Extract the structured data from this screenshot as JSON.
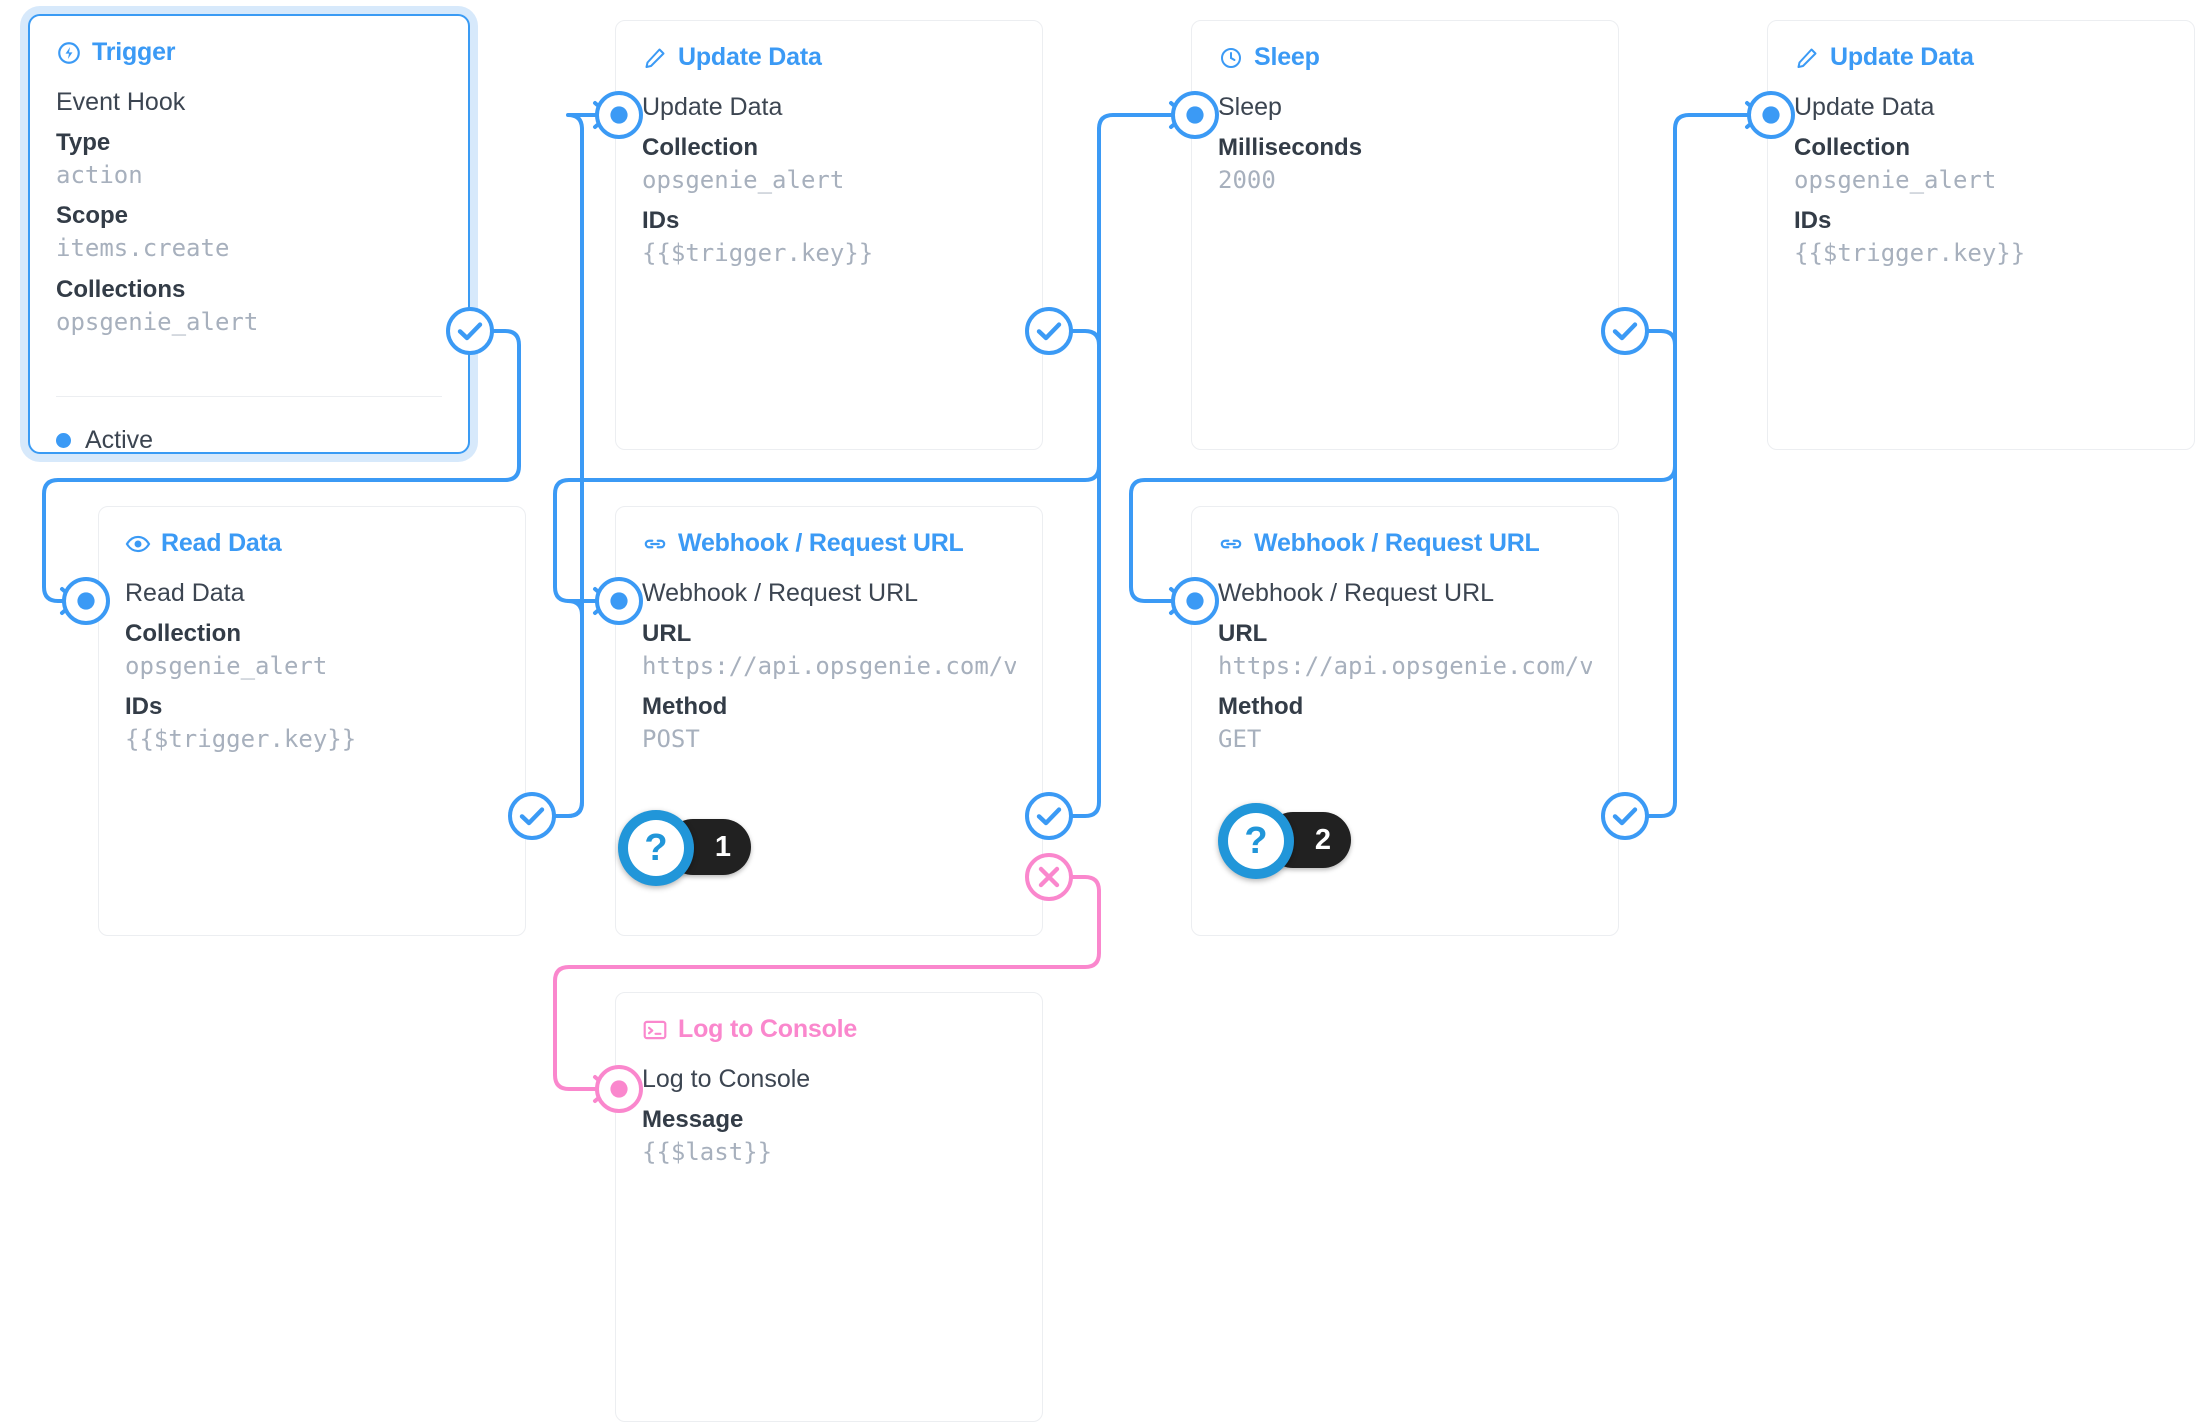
{
  "theme": {
    "accent_blue": "#3b9af5",
    "wire_blue": "#3b9af5",
    "accent_pink": "#fa87cd",
    "wire_pink": "#fa87cd",
    "muted_value": "#a7b0bd",
    "label_dark": "#333c47",
    "card_border": "#eceef1",
    "badge_dark": "#212121",
    "badge_ring": "#2196d9"
  },
  "nodes": {
    "trigger": {
      "header": "Trigger",
      "header_icon": "bolt-circle-icon",
      "op_name": "Event Hook",
      "fields": [
        {
          "label": "Type",
          "value": "action"
        },
        {
          "label": "Scope",
          "value": "items.create"
        },
        {
          "label": "Collections",
          "value": "opsgenie_alert"
        }
      ],
      "status": "Active",
      "selected": true
    },
    "update_data_1": {
      "header": "Update Data",
      "header_icon": "pencil-icon",
      "op_name": "Update Data",
      "fields": [
        {
          "label": "Collection",
          "value": "opsgenie_alert"
        },
        {
          "label": "IDs",
          "value": "{{$trigger.key}}"
        }
      ]
    },
    "sleep": {
      "header": "Sleep",
      "header_icon": "clock-icon",
      "op_name": "Sleep",
      "fields": [
        {
          "label": "Milliseconds",
          "value": "2000"
        }
      ]
    },
    "update_data_2": {
      "header": "Update Data",
      "header_icon": "pencil-icon",
      "op_name": "Update Data",
      "fields": [
        {
          "label": "Collection",
          "value": "opsgenie_alert"
        },
        {
          "label": "IDs",
          "value": "{{$trigger.key}}"
        }
      ]
    },
    "read_data": {
      "header": "Read Data",
      "header_icon": "eye-icon",
      "op_name": "Read Data",
      "fields": [
        {
          "label": "Collection",
          "value": "opsgenie_alert"
        },
        {
          "label": "IDs",
          "value": "{{$trigger.key}}"
        }
      ]
    },
    "webhook_post": {
      "header": "Webhook / Request URL",
      "header_icon": "link-icon",
      "op_name": "Webhook / Request URL",
      "fields": [
        {
          "label": "URL",
          "value": "https://api.opsgenie.com/v…"
        },
        {
          "label": "Method",
          "value": "POST"
        }
      ]
    },
    "webhook_get": {
      "header": "Webhook / Request URL",
      "header_icon": "link-icon",
      "op_name": "Webhook / Request URL",
      "fields": [
        {
          "label": "URL",
          "value": "https://api.opsgenie.com/v…"
        },
        {
          "label": "Method",
          "value": "GET"
        }
      ]
    },
    "log_to_console": {
      "header": "Log to Console",
      "header_icon": "terminal-icon",
      "op_name": "Log to Console",
      "fields": [
        {
          "label": "Message",
          "value": "{{$last}}"
        }
      ]
    }
  },
  "help_badges": [
    {
      "icon": "question-mark-icon",
      "count": "1"
    },
    {
      "icon": "question-mark-icon",
      "count": "2"
    }
  ],
  "ports": {
    "resolve_icon": "check-circle-icon",
    "reject_icon": "x-circle-icon",
    "input_icon": "target-dot-icon"
  }
}
